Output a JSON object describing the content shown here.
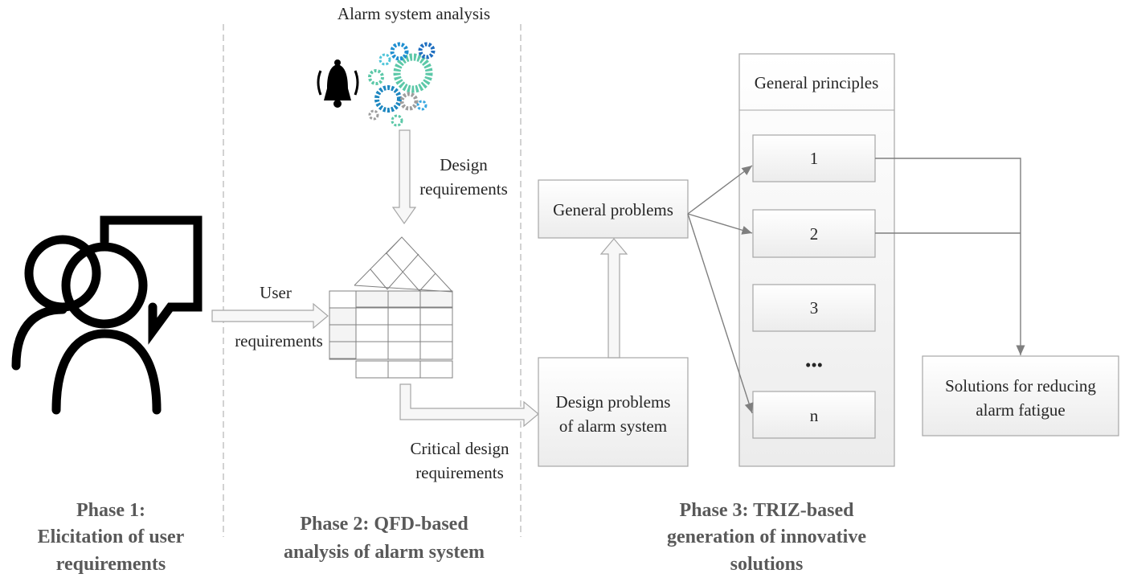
{
  "phase2": {
    "title": "Alarm system analysis",
    "design_req": [
      "Design",
      "requirements"
    ],
    "user_req": [
      "User",
      "requirements"
    ],
    "critical_req": [
      "Critical design",
      "requirements"
    ]
  },
  "phase3": {
    "general_problems": "General problems",
    "design_problems": [
      "Design problems",
      "of alarm system"
    ],
    "principles_header": "General principles",
    "principles": [
      "1",
      "2",
      "3",
      "n"
    ],
    "ellipsis": "•••",
    "solutions": [
      "Solutions for reducing",
      "alarm fatigue"
    ]
  },
  "phases": {
    "p1": [
      "Phase 1:",
      "Elicitation of user",
      "requirements"
    ],
    "p2": [
      "Phase 2: QFD-based",
      "analysis of alarm system"
    ],
    "p3": [
      "Phase 3: TRIZ-based",
      "generation of innovative",
      "solutions"
    ]
  },
  "icons": [
    "users-speech-icon",
    "bell-icon",
    "gears-icon",
    "house-of-quality-icon"
  ]
}
